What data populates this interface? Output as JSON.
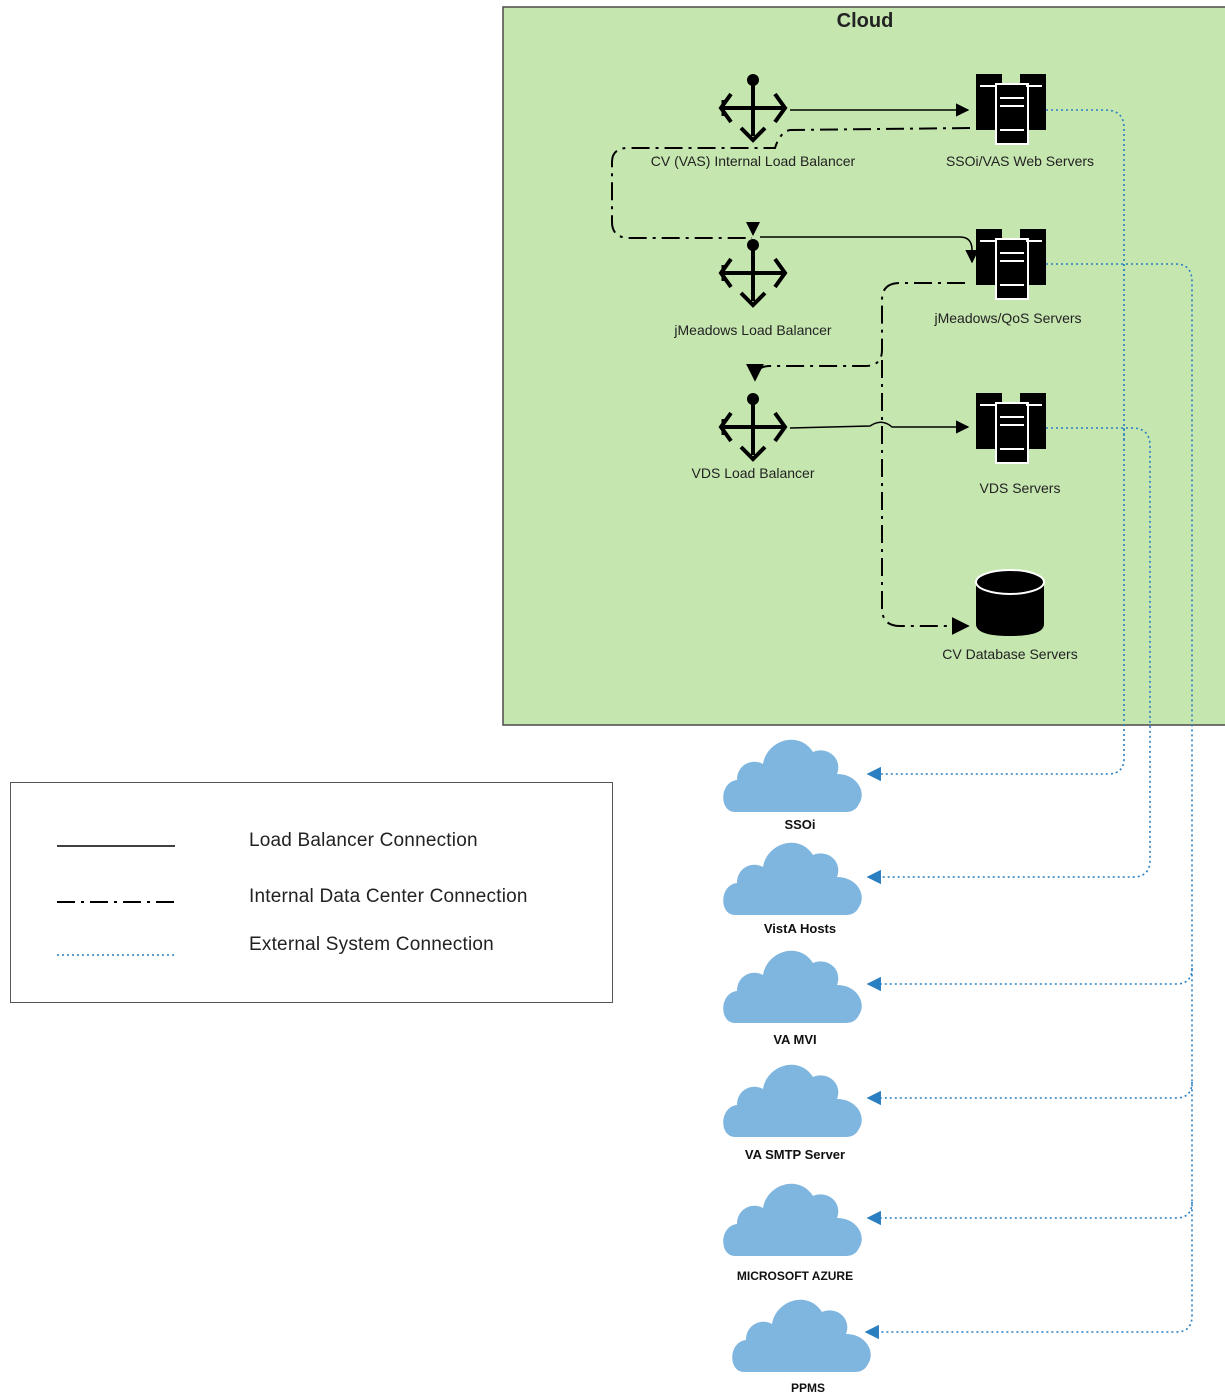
{
  "cloud": {
    "title": "Cloud",
    "fill": "#c6e6b0",
    "nodes": {
      "cv_internal_lb": "CV (VAS) Internal Load Balancer",
      "ssoi_vas_web": "SSOi/VAS Web Servers",
      "jmeadows_lb": "jMeadows Load Balancer",
      "jmeadows_qos": "jMeadows/QoS Servers",
      "vds_lb": "VDS Load Balancer",
      "vds_servers": "VDS Servers",
      "cv_database": "CV Database Servers"
    }
  },
  "external_systems": [
    {
      "label": "SSOi"
    },
    {
      "label": "VistA Hosts"
    },
    {
      "label": "VA MVI"
    },
    {
      "label": "VA SMTP Server"
    },
    {
      "label": "MICROSOFT AZURE"
    },
    {
      "label": "PPMS"
    }
  ],
  "legend": {
    "load_balancer": "Load Balancer Connection",
    "internal": "Internal Data Center Connection",
    "external": "External System Connection"
  },
  "colors": {
    "cloud_icon": "#7fb6e0",
    "external_line": "#2a7fc0",
    "ink": "#000000"
  }
}
